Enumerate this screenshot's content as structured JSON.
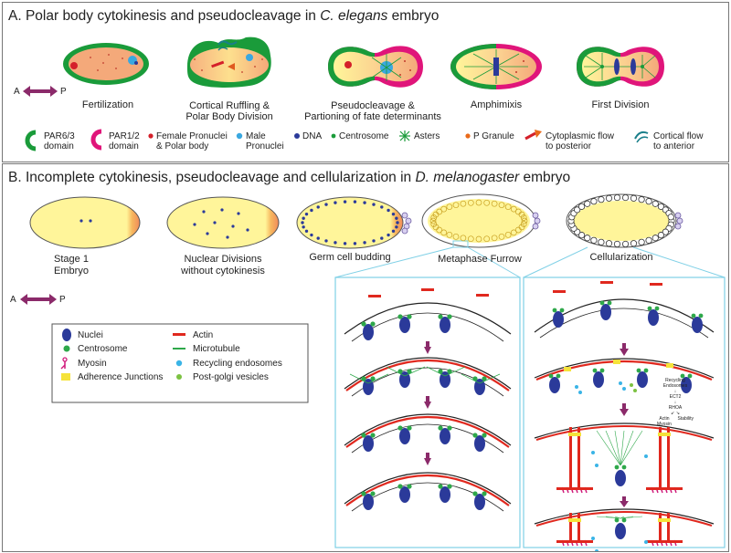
{
  "panel_a": {
    "title_prefix": "A. Polar body cytokinesis and pseudocleavage in ",
    "title_species": "C. elegans",
    "title_suffix": " embryo",
    "stages": [
      "Fertilization",
      "Cortical Ruffling &",
      "Polar Body Division",
      "Pseudocleavage &",
      "Partioning of fate determinants",
      "Amphimixis",
      "First Division"
    ],
    "axis": {
      "a": "A",
      "p": "P"
    },
    "legend": {
      "par63": [
        "PAR6/3",
        "domain"
      ],
      "par12": [
        "PAR1/2",
        "domain"
      ],
      "female": [
        "Female Pronuclei",
        "& Polar body"
      ],
      "male": [
        "Male",
        "Pronuclei"
      ],
      "dna": "DNA",
      "centrosome": "Centrosome",
      "asters": "Asters",
      "pgranule": "P Granule",
      "cyto_flow": [
        "Cytoplasmic flow",
        "to posterior"
      ],
      "cortical_flow": [
        "Cortical flow",
        "to anterior"
      ]
    }
  },
  "panel_b": {
    "title_prefix": "B. Incomplete cytokinesis, pseudocleavage and cellularization in ",
    "title_species": "D. melanogaster",
    "title_suffix": " embryo",
    "stages": [
      "Stage 1",
      "Embryo",
      "Nuclear Divisions",
      "without cytokinesis",
      "Germ cell budding",
      "Metaphase Furrow",
      "Cellularization"
    ],
    "axis": {
      "a": "A",
      "p": "P"
    },
    "legend": {
      "nuclei": "Nuclei",
      "actin": "Actin",
      "centrosome": "Centrosome",
      "microtubule": "Microtubule",
      "myosin": "Myosin",
      "recycling": "Recycling endosomes",
      "adherence": "Adherence Junctions",
      "postgolgi": "Post-golgi vesicles"
    },
    "pathway_text": [
      "Recycling",
      "Endosomes",
      "ECT2",
      "RHOA",
      "Actin",
      "Myosin",
      "Stability"
    ]
  },
  "colors": {
    "par63_green": "#1a9b3a",
    "par12_magenta": "#e0157a",
    "cytoplasm_orange": "#f4a97a",
    "yolk_yellow": "#fff59a",
    "nucleus_blue": "#2b3a9a",
    "actin_red": "#e0281e",
    "arrow_purple": "#8b2a6a",
    "box_cyan": "#7fd0e6",
    "adherence_yellow": "#f5e33a",
    "male_cyan": "#3aa8e0"
  }
}
